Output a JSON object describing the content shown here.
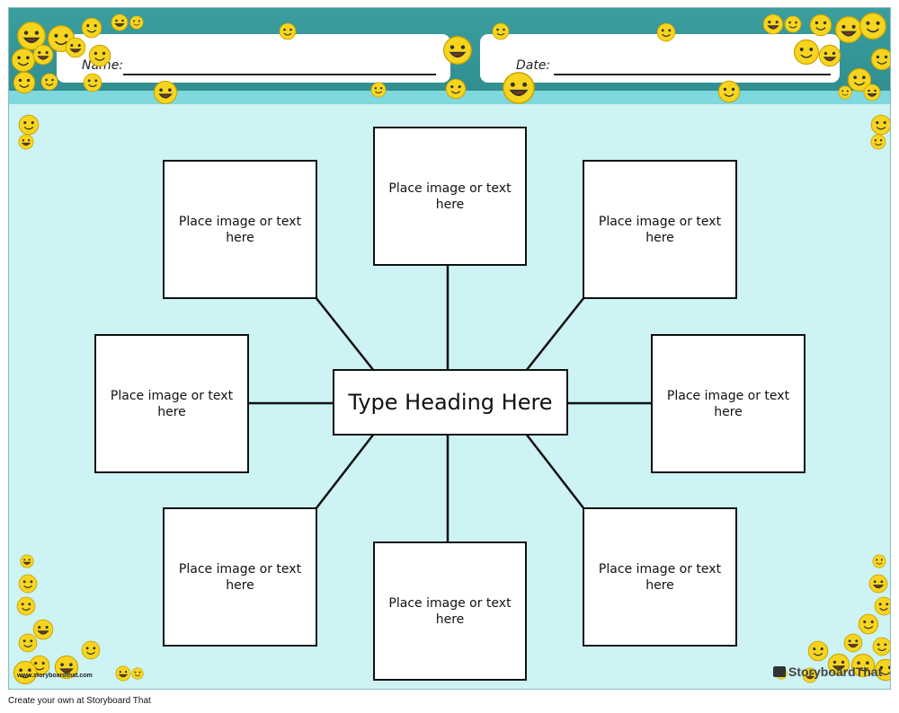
{
  "header": {
    "name_label": "Name:",
    "date_label": "Date:"
  },
  "web": {
    "center_heading": "Type Heading Here",
    "placeholder": "Place image or text here"
  },
  "footer": {
    "create_text": "Create your own at Storyboard That",
    "watermark_url": "www.storyboardthat.com",
    "logo_text": "StoryboardThat"
  },
  "colors": {
    "header_teal": "#3b9e9f",
    "background_aqua": "#cdf3f4",
    "emoji_yellow": "#f7d51e"
  }
}
